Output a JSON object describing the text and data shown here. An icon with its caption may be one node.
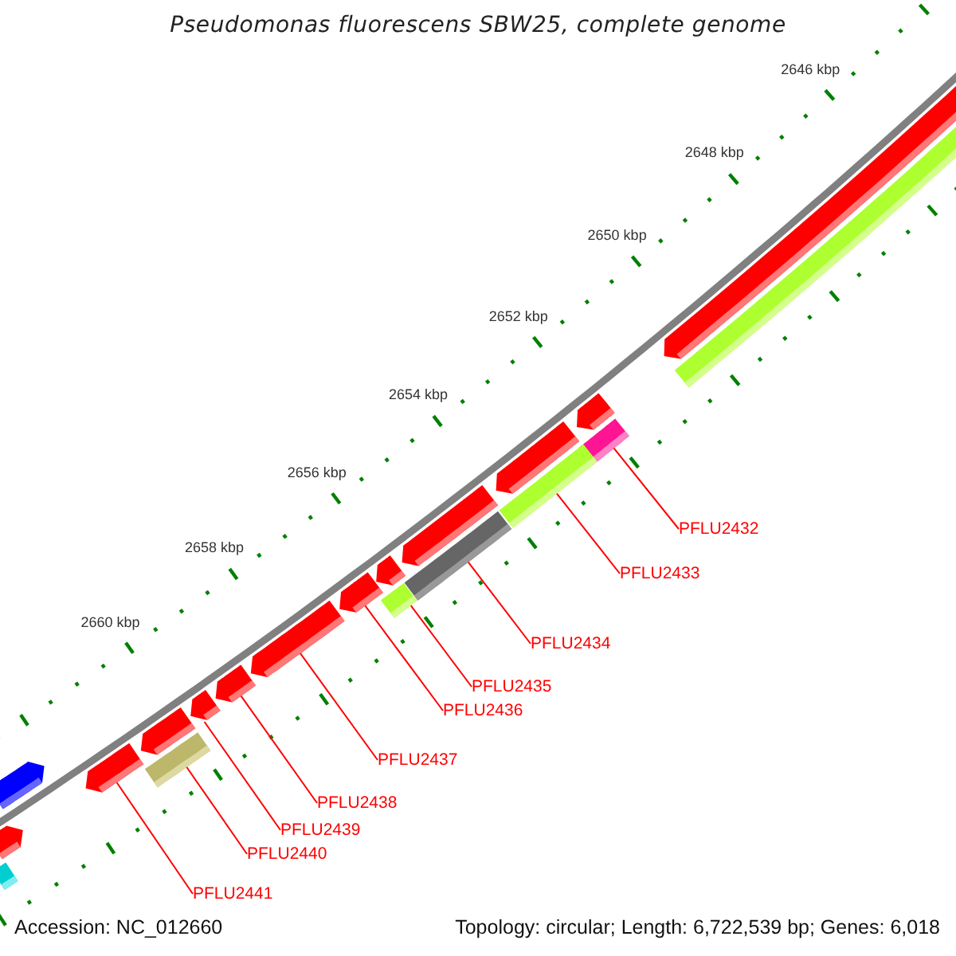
{
  "diagram": {
    "title": "Pseudomonas fluorescens SBW25, complete genome",
    "nodes": [
      {
        "text": [
          "PFLU2432"
        ]
      },
      {
        "text": [
          "PFLU2433"
        ]
      },
      {
        "text": [
          "PFLU2434"
        ]
      },
      {
        "text": [
          "PFLU2435"
        ]
      },
      {
        "text": [
          "PFLU2436"
        ]
      },
      {
        "text": [
          "PFLU2437"
        ]
      },
      {
        "text": [
          "PFLU2438"
        ]
      },
      {
        "text": [
          "PFLU2439"
        ]
      },
      {
        "text": [
          "PFLU2440"
        ]
      },
      {
        "text": [
          "PFLU2441"
        ]
      },
      {
        "text": [],
        "shape": "bar"
      },
      {
        "text": [],
        "shape": "bar"
      },
      {
        "text": [],
        "shape": "bar"
      },
      {
        "text": [],
        "shape": "bar"
      },
      {
        "text": [],
        "shape": "bar"
      },
      {
        "text": [],
        "shape": "bar"
      },
      {
        "text": [],
        "shape": "bar"
      },
      {
        "text": [],
        "shape": "bar"
      },
      {
        "text": [],
        "shape": "bar"
      },
      {
        "text": [],
        "shape": "bar"
      },
      {
        "text": [],
        "shape": "bar"
      },
      {
        "text": [],
        "shape": "bar"
      },
      {
        "text": [],
        "shape": "bar"
      },
      {
        "text": [],
        "shape": "bar"
      },
      {
        "text": [],
        "shape": "bar"
      },
      {
        "text": [],
        "shape": "bar"
      },
      {
        "text": [],
        "shape": "bar"
      },
      {
        "text": [],
        "shape": "bar"
      },
      {
        "text": [],
        "shape": "bar"
      },
      {
        "text": [],
        "shape": "bar"
      }
    ],
    "edges": [
      {
        "from": 0,
        "to": 23,
        "arrow": "none"
      },
      {
        "from": 1,
        "to": 24,
        "arrow": "none"
      },
      {
        "from": 2,
        "to": 25,
        "arrow": "none"
      },
      {
        "from": 3,
        "to": 26,
        "arrow": "none"
      },
      {
        "from": 4,
        "to": 15,
        "arrow": "none"
      },
      {
        "from": 5,
        "to": 16,
        "arrow": "none"
      },
      {
        "from": 6,
        "to": 17,
        "arrow": "none"
      },
      {
        "from": 7,
        "to": 18,
        "arrow": "none"
      },
      {
        "from": 8,
        "to": 27,
        "arrow": "none"
      },
      {
        "from": 9,
        "to": 20,
        "arrow": "none"
      }
    ],
    "labels": [
      "2646 kbp",
      "2648 kbp",
      "2650 kbp",
      "2652 kbp",
      "2654 kbp",
      "2656 kbp",
      "2658 kbp",
      "2660 kbp",
      "Accession: NC_012660",
      "Topology: circular; Length: 6,722,539 bp; Genes: 6,018"
    ]
  }
}
